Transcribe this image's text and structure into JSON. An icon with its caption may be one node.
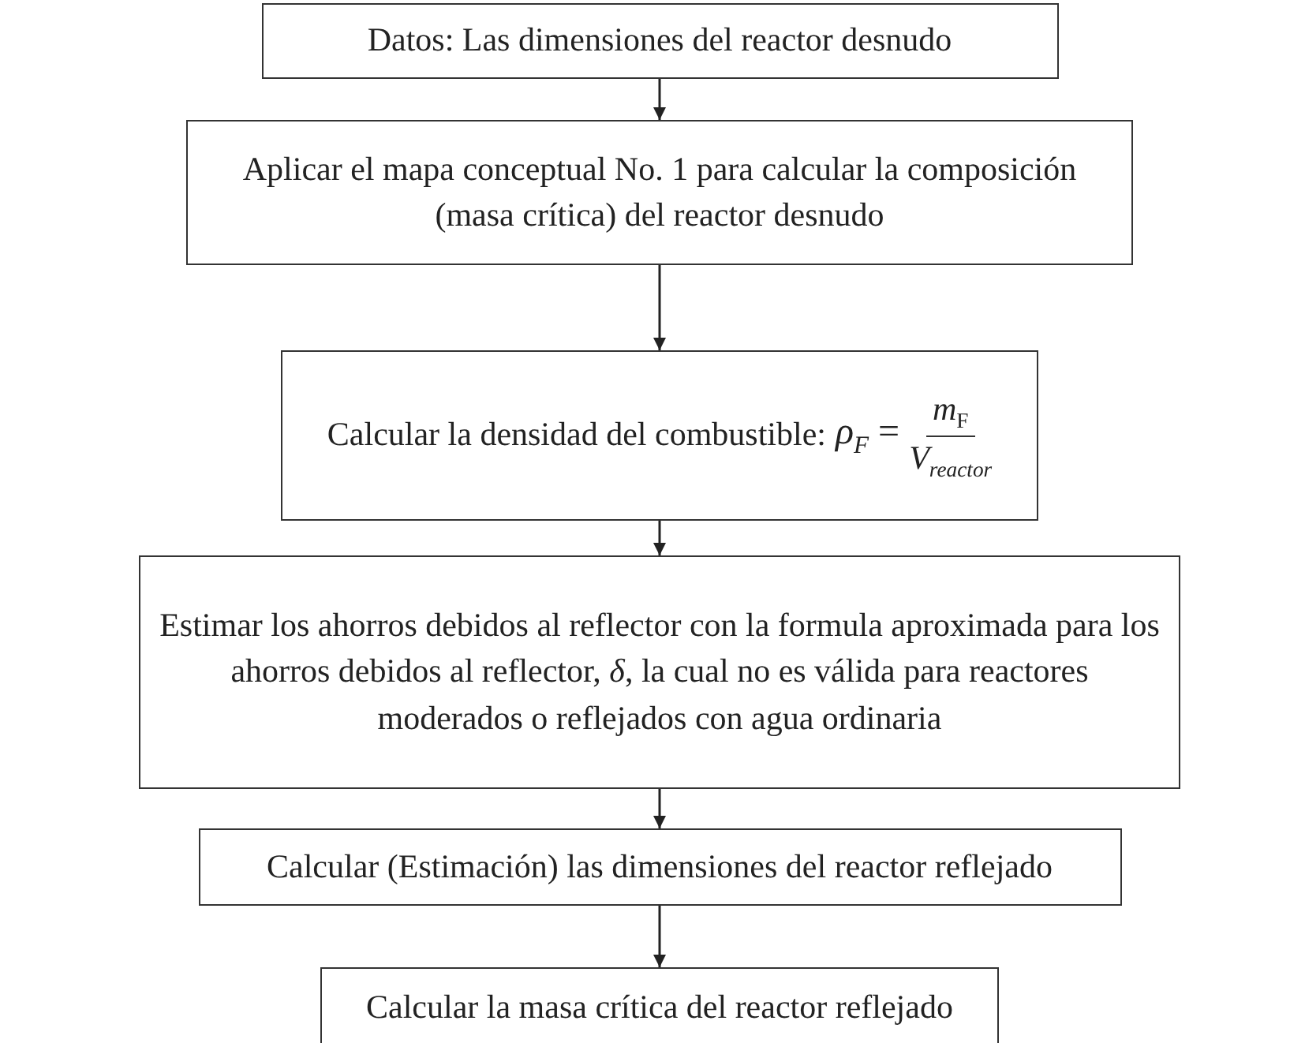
{
  "diagram": {
    "nodes": [
      {
        "text": [
          "Datos: Las dimensiones del reactor desnudo"
        ]
      },
      {
        "text": [
          "Aplicar el mapa conceptual No. 1 para calcular la composición (masa crítica) del reactor desnudo"
        ]
      },
      {
        "text": [
          "Calcular la densidad del combustible:",
          "*ρ*$_{F}$ =",
          "*m*$_{F}$",
          "*V*$_{reactor}$"
        ]
      },
      {
        "text": [
          "Estimar los ahorros debidos al reflector con la formula aproximada para los ahorros debidos al reflector, *δ*, la cual no es válida para reactores moderados o reflejados con agua ordinaria"
        ]
      },
      {
        "text": [
          "Calcular (Estimación) las dimensiones del reactor reflejado"
        ]
      },
      {
        "text": [
          "Calcular la masa crítica del reactor reflejado"
        ]
      }
    ],
    "edges": [
      {
        "from": 0,
        "to": 1,
        "arrow": "to"
      },
      {
        "from": 1,
        "to": 2,
        "arrow": "to"
      },
      {
        "from": 2,
        "to": 3,
        "arrow": "to"
      },
      {
        "from": 3,
        "to": 4,
        "arrow": "to"
      },
      {
        "from": 4,
        "to": 5,
        "arrow": "to"
      }
    ]
  }
}
